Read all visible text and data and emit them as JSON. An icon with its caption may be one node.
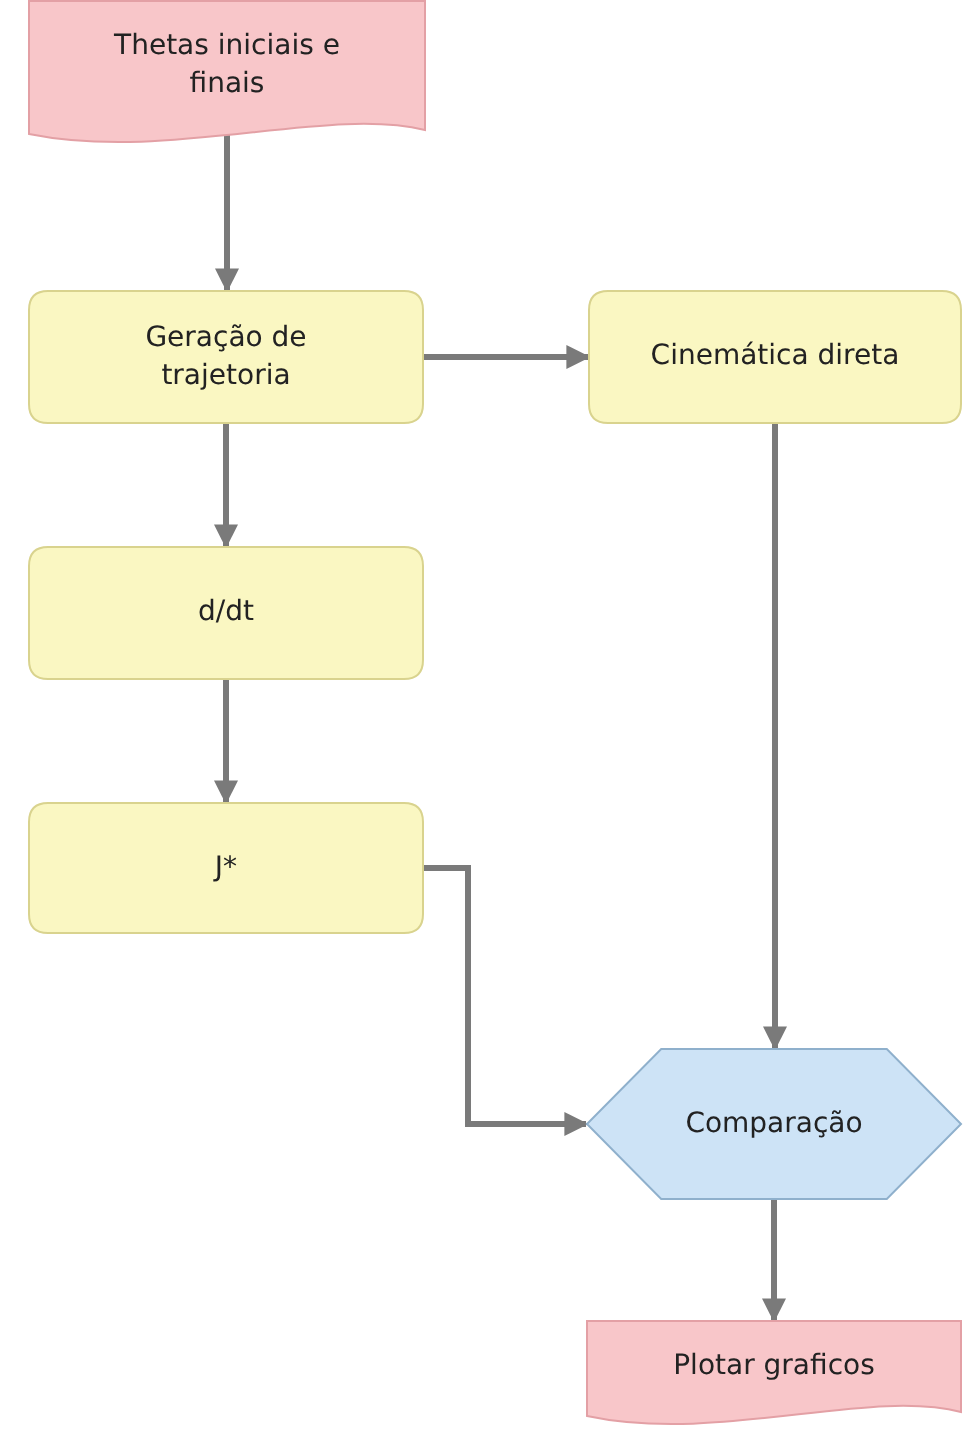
{
  "diagram": {
    "nodes": [
      {
        "text": [
          "Thetas iniciais e finais"
        ]
      },
      {
        "text": [
          "Geração de trajetoria"
        ]
      },
      {
        "text": [
          "Cinemática direta"
        ]
      },
      {
        "text": [
          "d/dt"
        ]
      },
      {
        "text": [
          "J*"
        ]
      },
      {
        "text": [
          "Comparação"
        ]
      },
      {
        "text": [
          "Plotar graficos"
        ]
      }
    ],
    "edges": [
      {
        "from": 0,
        "to": 1,
        "arrow": "to"
      },
      {
        "from": 1,
        "to": 2,
        "arrow": "to"
      },
      {
        "from": 1,
        "to": 3,
        "arrow": "to"
      },
      {
        "from": 3,
        "to": 4,
        "arrow": "to"
      },
      {
        "from": 2,
        "to": 5,
        "arrow": "to"
      },
      {
        "from": 4,
        "to": 5,
        "arrow": "to"
      },
      {
        "from": 5,
        "to": 6,
        "arrow": "to"
      }
    ]
  }
}
